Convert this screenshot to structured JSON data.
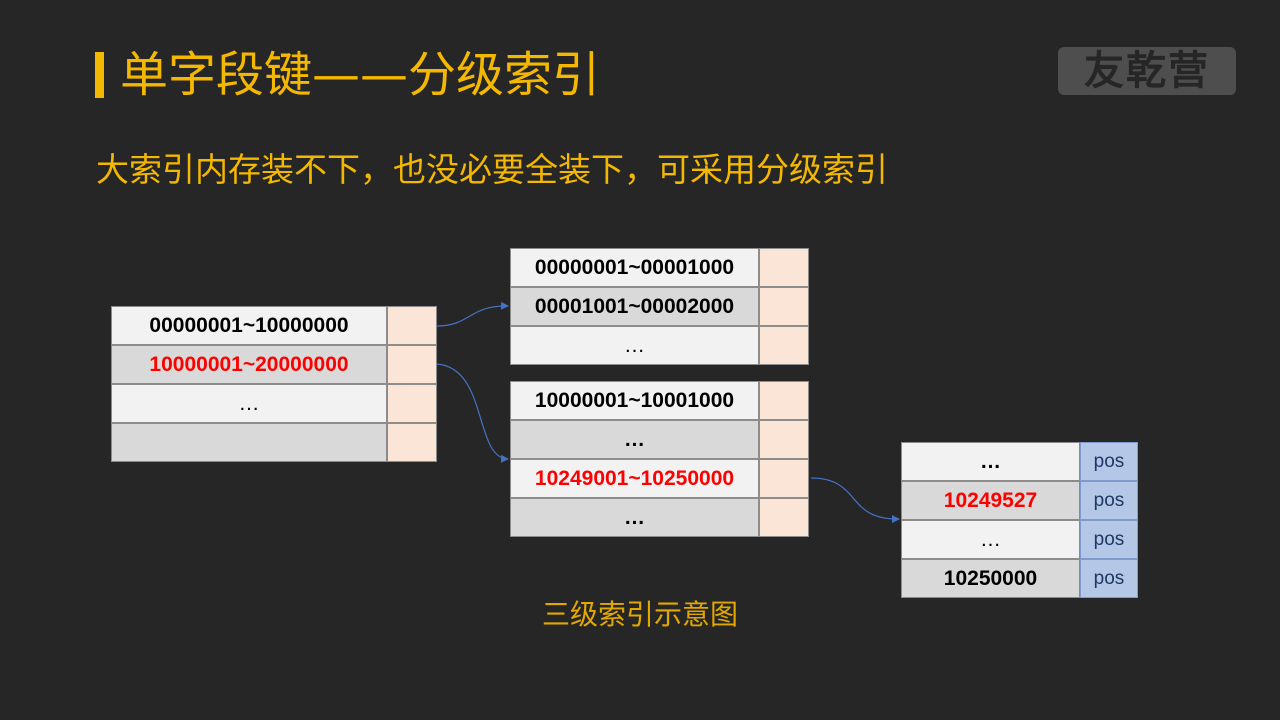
{
  "slide": {
    "title": "单字段键——分级索引",
    "subtitle": "大索引内存装不下，也没必要全装下，可采用分级索引",
    "logo_text": "友乾营",
    "caption": "三级索引示意图"
  },
  "colors": {
    "background": "#262626",
    "accent": "#f5b800",
    "highlight_text": "#ff0000",
    "pointer_cell": "#fbe5d6",
    "pos_cell": "#b4c7e7",
    "row_light": "#f2f2f2",
    "row_grey": "#d9d9d9"
  },
  "level1": {
    "rows": [
      {
        "range": "00000001~10000000",
        "highlight": false
      },
      {
        "range": "10000001~20000000",
        "highlight": true
      },
      {
        "range": "…",
        "highlight": false
      },
      {
        "range": "",
        "highlight": false
      }
    ]
  },
  "level2_a": {
    "rows": [
      {
        "range": "00000001~00001000",
        "highlight": false
      },
      {
        "range": "00001001~00002000",
        "highlight": false
      },
      {
        "range": "…",
        "highlight": false
      }
    ]
  },
  "level2_b": {
    "rows": [
      {
        "range": "10000001~10001000",
        "highlight": false
      },
      {
        "range": "…",
        "highlight": false
      },
      {
        "range": "10249001~10250000",
        "highlight": true
      },
      {
        "range": "…",
        "highlight": false
      }
    ]
  },
  "level3": {
    "rows": [
      {
        "key": "…",
        "pointer": "pos",
        "highlight": false
      },
      {
        "key": "10249527",
        "pointer": "pos",
        "highlight": true
      },
      {
        "key": "…",
        "pointer": "pos",
        "highlight": false
      },
      {
        "key": "10250000",
        "pointer": "pos",
        "highlight": false
      }
    ]
  }
}
